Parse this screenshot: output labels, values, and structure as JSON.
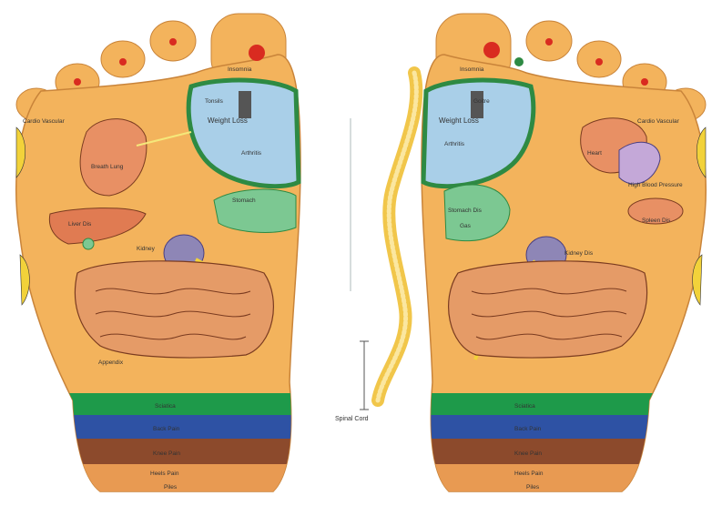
{
  "colors": {
    "sole": "#f3b35c",
    "sole_edge": "#c9843a",
    "toe_tip": "#f2c33e",
    "brain_dot": "#d92b20",
    "liver": "#e07b52",
    "lung": "#e89064",
    "thyroid": "#a9cfe8",
    "thyroid_edge": "#2e8a43",
    "stomach": "#7cc892",
    "kidney": "#8e86b6",
    "intestine": "#e59b67",
    "spine": "#f1c64a",
    "band_green": "#1e9a4a",
    "band_blue": "#2e52a4",
    "band_brown": "#8c4a2c",
    "band_orange": "#e89a52"
  },
  "left_foot": {
    "labels": {
      "brain": "Insomnia",
      "thyroid_top": "Tonsils",
      "thyroid_mid": "Weight Loss",
      "thyroid_low": "Arthritis",
      "lung": "Cardio Vascular",
      "lung_inner": "Breath Lung",
      "liver": "Liver Dis",
      "stomach": "Stomach",
      "kidney": "Kidney",
      "intestine": "Appendix",
      "band_1": "Sciatica",
      "band_2": "Back Pain",
      "band_3": "Knee Pain",
      "band_4": "Heels Pain",
      "band_5": "Piles"
    }
  },
  "right_foot": {
    "labels": {
      "brain": "Insomnia",
      "thyroid_top": "Goitre",
      "thyroid_mid": "Weight Loss",
      "thyroid_low": "Arthritis",
      "lung": "Cardio Vascular",
      "heart": "Heart",
      "heart_note": "High Blood Pressure",
      "stomach": "Stomach Dis",
      "stomach_sub": "Gas",
      "spleen": "Spleen Dis",
      "kidney": "Kidney Dis",
      "band_1": "Sciatica",
      "band_2": "Back Pain",
      "band_3": "Knee Pain",
      "band_4": "Heels Pain",
      "band_5": "Piles"
    }
  },
  "spine": {
    "label": "Spinal Cord"
  }
}
